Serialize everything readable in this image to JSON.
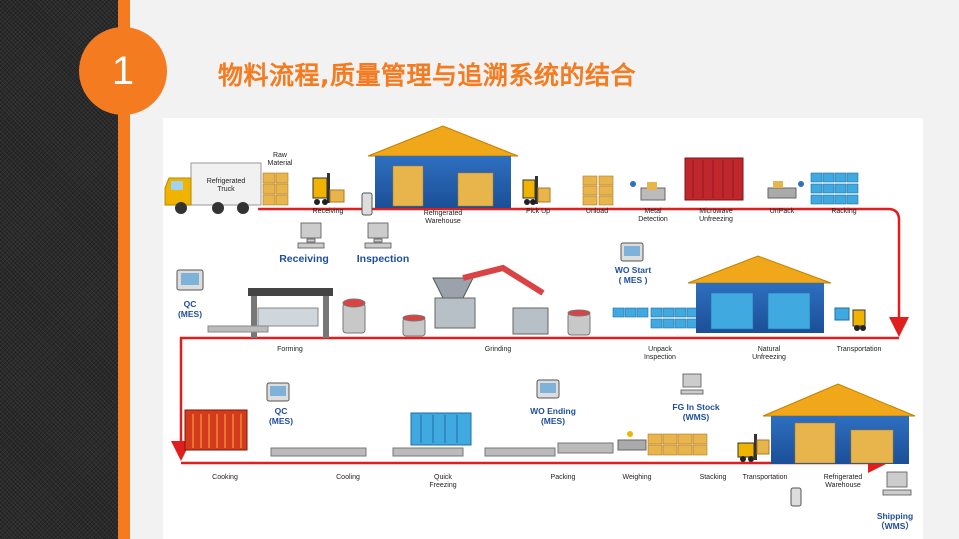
{
  "slide": {
    "number": "1",
    "title": "物料流程,质量管理与追溯系统的结合",
    "accent_color": "#f47b20"
  },
  "diagram": {
    "row1": {
      "truck": "Refrigerated\nTruck",
      "raw_material": "Raw\nMaterial",
      "receiving": "Receiving",
      "refrigerated_warehouse": "Refrigerated\nWarehouse",
      "pick_up": "Pick Up",
      "unload": "Unload",
      "metal_detection": "Metal\nDetection",
      "microwave_unfreezing": "Microwave\nUnfreezing",
      "unpack": "UnPack",
      "racking": "Racking"
    },
    "systems1": {
      "receiving": "Receiving",
      "inspection": "Inspection"
    },
    "row2": {
      "qc": "QC\n(MES)",
      "wo_start": "WO Start\n( MES )",
      "forming": "Forming",
      "grinding": "Grinding",
      "unpack_inspection": "Unpack\nInspection",
      "natural_unfreezing": "Natural\nUnfreezing",
      "transportation": "Transportation"
    },
    "row3": {
      "qc": "QC\n(MES)",
      "wo_ending": "WO Ending\n(MES)",
      "fg_in_stock": "FG In Stock\n(WMS)",
      "cooking": "Cooking",
      "cooling": "Cooling",
      "quick_freezing": "Quick\nFreezing",
      "packing": "Packing",
      "weighing": "Weighing",
      "stacking": "Stacking",
      "transportation": "Transportation",
      "refrigerated_warehouse": "Refrigerated\nWarehouse",
      "shipping": "Shipping\n（WMS）"
    }
  }
}
